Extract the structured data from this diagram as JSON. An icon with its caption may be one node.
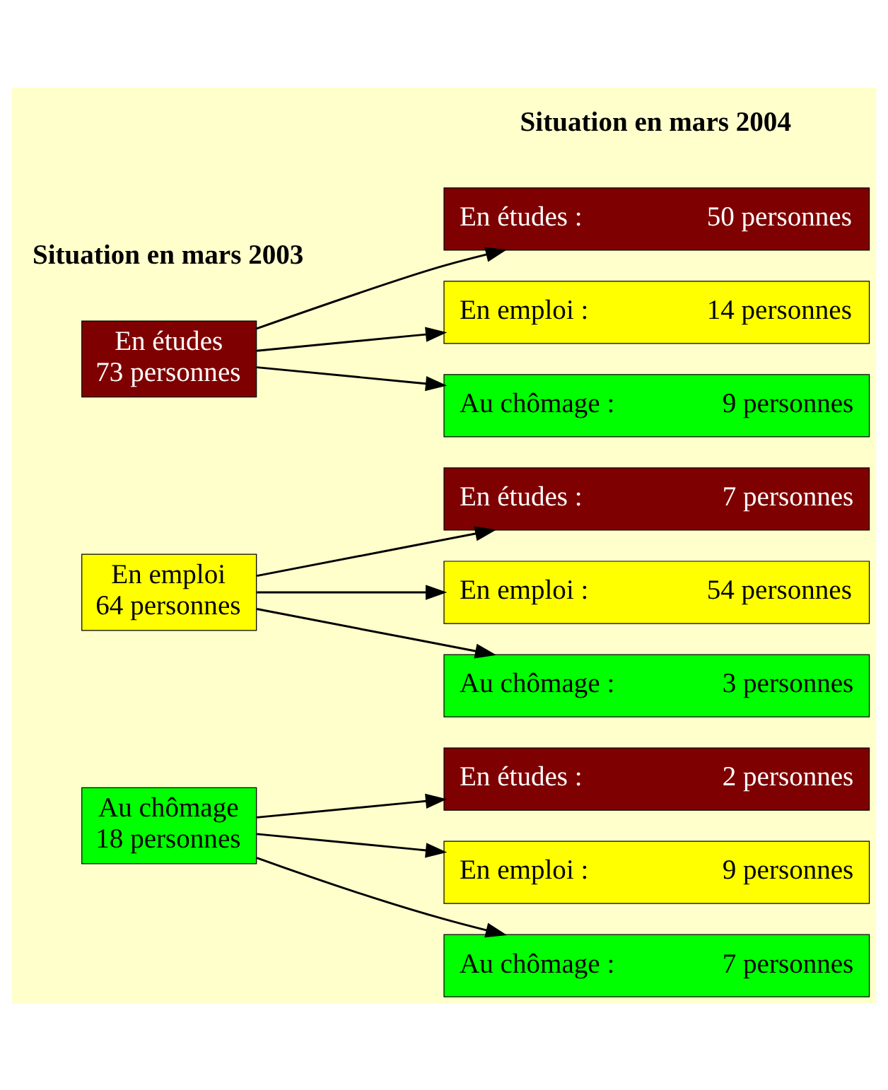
{
  "diagram": {
    "nodes": [
      {
        "text": [
          "En études",
          "73 personnes"
        ]
      },
      {
        "text": [
          "En études :",
          "50 personnes"
        ]
      },
      {
        "text": [
          "En emploi :",
          "14 personnes"
        ]
      },
      {
        "text": [
          "Au chômage :",
          "9 personnes"
        ]
      },
      {
        "text": [
          "En emploi",
          "64 personnes"
        ]
      },
      {
        "text": [
          "En études :",
          "7 personnes"
        ]
      },
      {
        "text": [
          "En emploi :",
          "54 personnes"
        ]
      },
      {
        "text": [
          "Au chômage :",
          "3 personnes"
        ]
      },
      {
        "text": [
          "Au chômage",
          "18 personnes"
        ]
      },
      {
        "text": [
          "En études :",
          "2 personnes"
        ]
      },
      {
        "text": [
          "En emploi :",
          "9 personnes"
        ]
      },
      {
        "text": [
          "Au chômage :",
          "7 personnes"
        ]
      }
    ],
    "edges": [
      {
        "from": 0,
        "to": 1,
        "arrow": "to"
      },
      {
        "from": 0,
        "to": 2,
        "arrow": "to"
      },
      {
        "from": 0,
        "to": 3,
        "arrow": "to"
      },
      {
        "from": 4,
        "to": 5,
        "arrow": "to"
      },
      {
        "from": 4,
        "to": 6,
        "arrow": "to"
      },
      {
        "from": 4,
        "to": 7,
        "arrow": "to"
      },
      {
        "from": 8,
        "to": 9,
        "arrow": "to"
      },
      {
        "from": 8,
        "to": 10,
        "arrow": "to"
      },
      {
        "from": 8,
        "to": 11,
        "arrow": "to"
      }
    ],
    "labels": [
      "Situation en mars 2003",
      "Situation en mars 2004"
    ]
  }
}
